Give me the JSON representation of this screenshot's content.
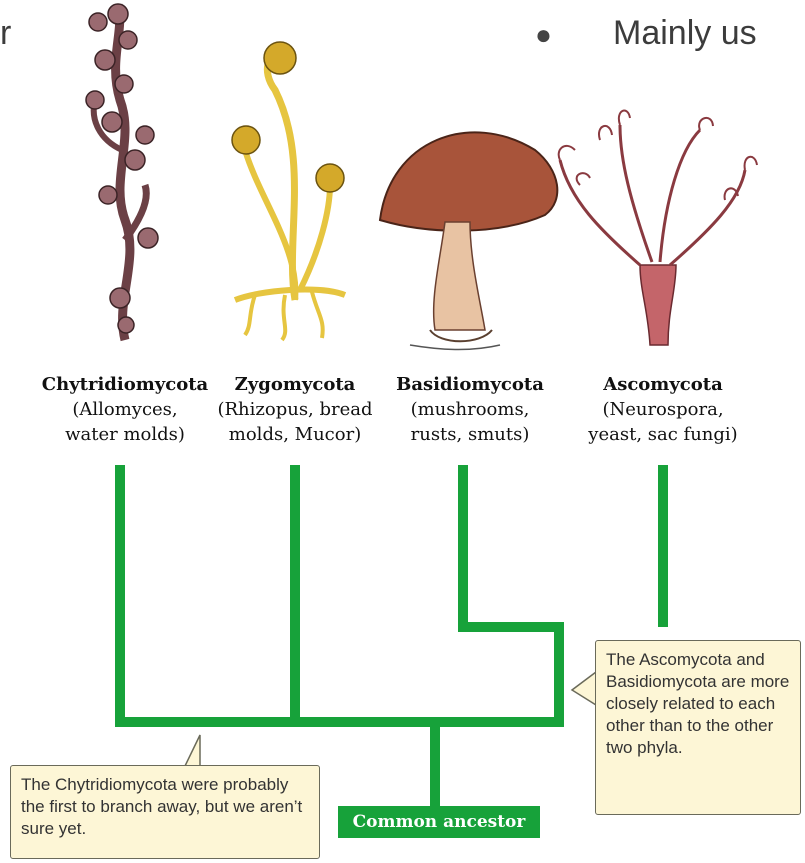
{
  "slide": {
    "fragment_left": "r",
    "bullet": "●",
    "fragment_right": "Mainly us"
  },
  "taxa": [
    {
      "name": "Chytridiomycota",
      "ex1": "(Allomyces,",
      "ex2": "water molds)"
    },
    {
      "name": "Zygomycota",
      "ex1": "(Rhizopus, bread",
      "ex2": "molds, Mucor)"
    },
    {
      "name": "Basidiomycota",
      "ex1": "(mushrooms,",
      "ex2": "rusts, smuts)"
    },
    {
      "name": "Ascomycota",
      "ex1": "(Neurospora,",
      "ex2": "yeast, sac fungi)"
    }
  ],
  "root_label": "Common ancestor",
  "callouts": {
    "left": "The Chytridiomycota were probably the first to branch away, but we aren’t sure yet.",
    "right": "The Ascomycota and Basidiomycota are more closely related to each other than to the other two phyla."
  },
  "colors": {
    "branch": "#17a23a",
    "callout_bg": "#fdf6d6",
    "chytrid": "#8a5a5e",
    "zygo": "#e3c23a",
    "mushroom_cap": "#a8543a",
    "asco": "#c4656a"
  },
  "icons": [
    "chytrid-illustration",
    "zygomycete-illustration",
    "mushroom-illustration",
    "ascomycete-illustration"
  ]
}
